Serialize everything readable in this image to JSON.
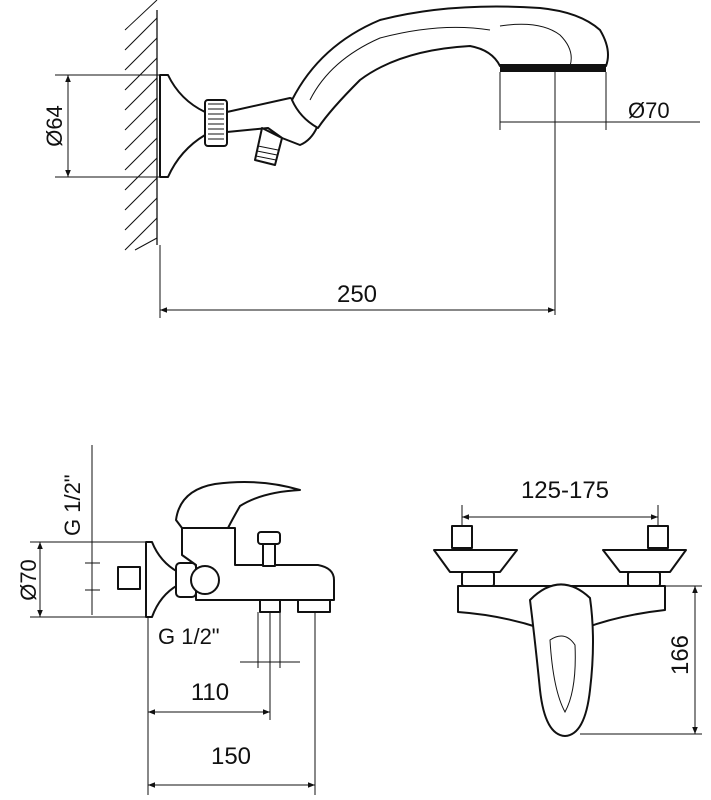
{
  "dimensions": {
    "mount_diameter": "Ø64",
    "head_diameter": "Ø70",
    "shower_reach": "250",
    "thread_vertical": "G 1/2\"",
    "flange_diameter": "Ø70",
    "thread_horizontal": "G 1/2\"",
    "depth_110": "110",
    "depth_150": "150",
    "centers": "125-175",
    "height": "166"
  }
}
